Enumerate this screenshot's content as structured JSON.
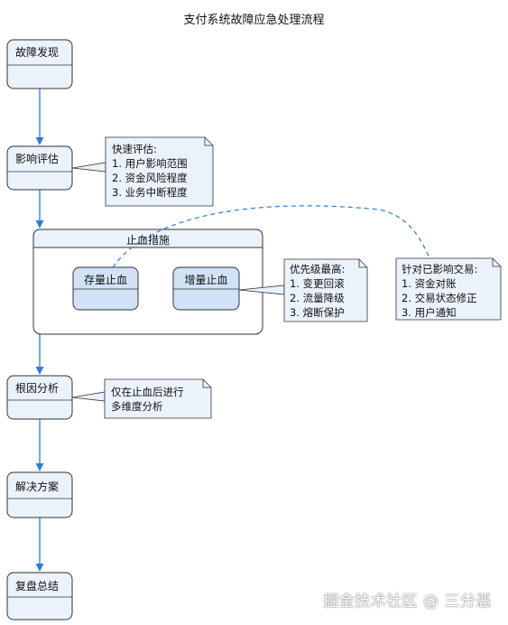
{
  "title": "支付系统故障应急处理流程",
  "nodes": {
    "fault_found": "故障发现",
    "impact_eval": "影响评估",
    "stop_bleed_group": "止血措施",
    "stock_stop": "存量止血",
    "increment_stop": "增量止血",
    "root_cause": "根因分析",
    "solution": "解决方案",
    "review": "复盘总结"
  },
  "notes": {
    "quick_eval": [
      "快速评估:",
      "1. 用户影响范围",
      "2. 资金风险程度",
      "3. 业务中断程度"
    ],
    "priority": [
      "优先级最高:",
      "1. 变更回滚",
      "2. 流量降级",
      "3. 熔断保护"
    ],
    "affected_tx": [
      "针对已影响交易:",
      "1. 资金对账",
      "2. 交易状态修正",
      "3. 用户通知"
    ],
    "root_note": [
      "仅在止血后进行",
      "多维度分析"
    ]
  },
  "watermark": "掘金技术社区 @ 三分恶",
  "colors": {
    "node_fill": "#eaf2fb",
    "node_stroke": "#333333",
    "inner_fill": "#d2e2f6",
    "note_fill": "#eaf2fb",
    "arrow": "#2f7bd8"
  }
}
